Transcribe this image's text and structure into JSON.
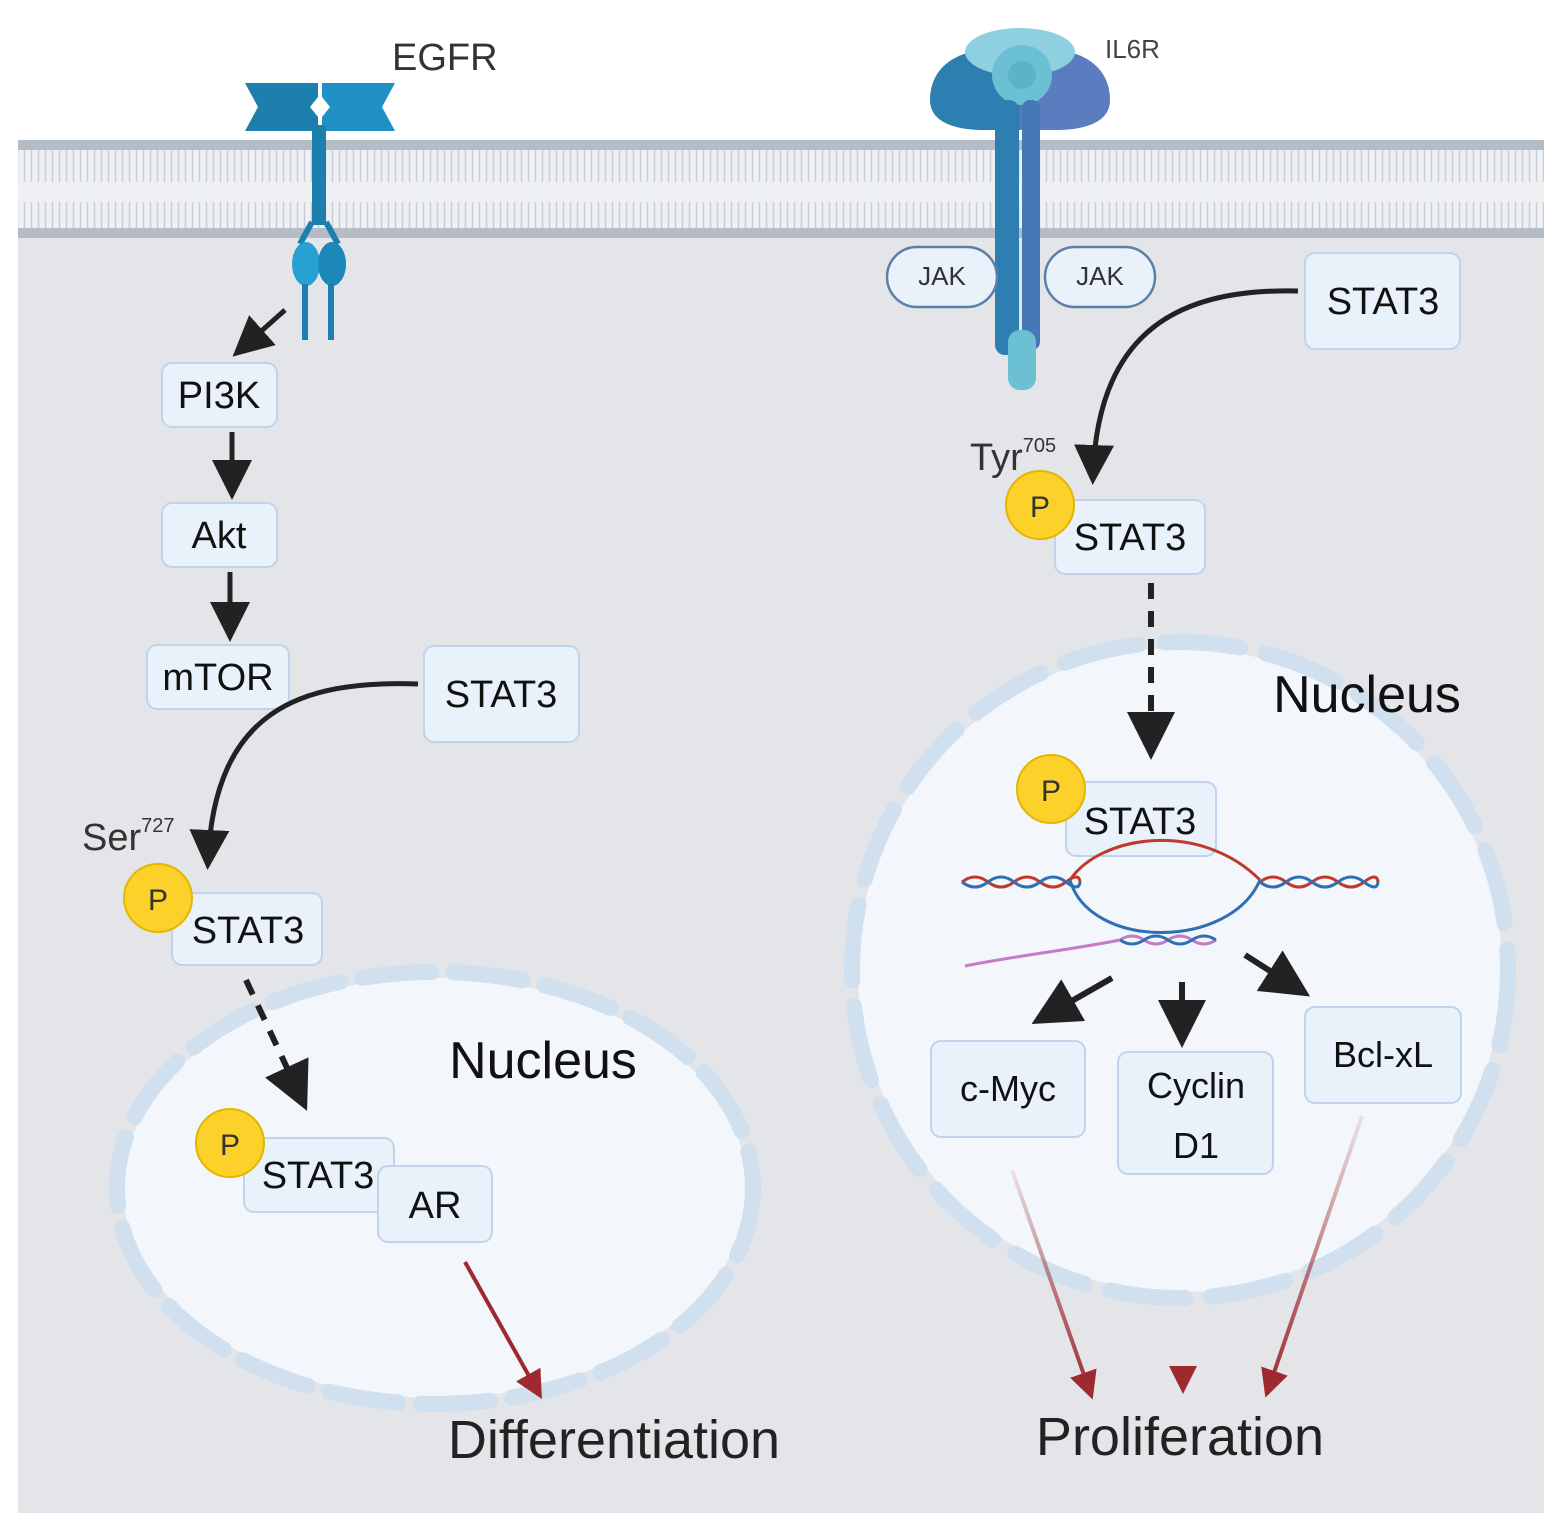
{
  "receptors": {
    "egfr": "EGFR",
    "il6r": "IL6R",
    "jak_left": "JAK",
    "jak_right": "JAK"
  },
  "left_pathway": {
    "pi3k": "PI3K",
    "akt": "Akt",
    "mtor": "mTOR",
    "stat3": "STAT3",
    "site_residue": "Ser",
    "site_number": "727",
    "p_stat3": "STAT3",
    "phospho": "P",
    "nucleus": "Nucleus",
    "nuclear_stat3": "STAT3",
    "nuclear_phospho": "P",
    "ar": "AR",
    "outcome": "Differentiation"
  },
  "right_pathway": {
    "stat3": "STAT3",
    "site_residue": "Tyr",
    "site_number": "705",
    "p_stat3": "STAT3",
    "phospho": "P",
    "nucleus": "Nucleus",
    "nuclear_stat3": "STAT3",
    "nuclear_phospho": "P",
    "cmyc": "c-Myc",
    "cyclin_line1": "Cyclin",
    "cyclin_line2": "D1",
    "bclxl": "Bcl-xL",
    "outcome": "Proliferation"
  },
  "colors": {
    "cytoplasm": "#e4e5e9",
    "membrane": "#b4bcc6",
    "node_fill": "#e9f1fa",
    "node_stroke": "#bfd4ea",
    "nucleus_fill": "#f3f6fb",
    "envelope": "#d0e0ef",
    "phospho": "#fbd12a",
    "egfr": "#1c8ab8",
    "il6r": "#3a8fb8",
    "outcome_arrow": "#9e2a2f"
  }
}
